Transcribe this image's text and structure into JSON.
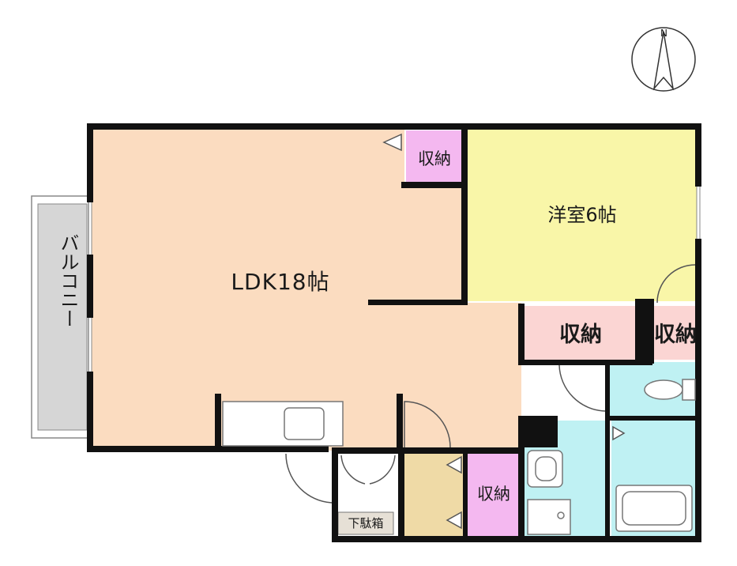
{
  "compass": {
    "north_label": "N",
    "icon": "compass-north-arrow-icon"
  },
  "rooms": {
    "ldk": {
      "label": "LDK18帖",
      "fill": "#fbdcc0"
    },
    "western_room": {
      "label": "洋室6帖",
      "fill": "#f9f6a8"
    },
    "balcony": {
      "label": "バルコニー",
      "fill": "#d6d6d6"
    },
    "closet_top": {
      "label": "収納",
      "fill": "#f4b8f0"
    },
    "closet_mid": {
      "label": "収納",
      "fill": "#fbd5d3"
    },
    "closet_right": {
      "label": "収納",
      "fill": "#fbd5d3"
    },
    "closet_bottom": {
      "label": "収納",
      "fill": "#f4b8f0"
    },
    "shoe_box": {
      "label": "下駄箱",
      "fill": "#e6e0d6"
    },
    "hall": {
      "fill": "#efdaa6"
    },
    "toilet": {
      "fill": "#bff1f3"
    },
    "washroom": {
      "fill": "#bff1f3"
    },
    "bathroom": {
      "fill": "#bff1f3"
    }
  },
  "colors": {
    "wall": "#111111",
    "fixture": "#aaaaaa"
  }
}
